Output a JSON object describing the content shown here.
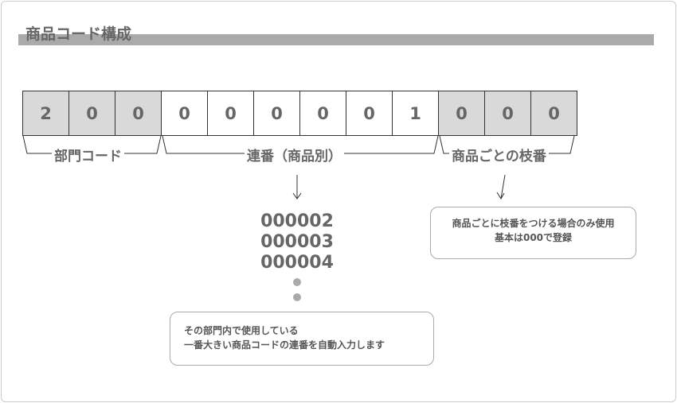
{
  "title": "商品コード構成",
  "digits": [
    "2",
    "0",
    "0",
    "0",
    "0",
    "0",
    "0",
    "0",
    "1",
    "0",
    "0",
    "0"
  ],
  "labels": {
    "dept": "部門コード",
    "serial": "連番（商品別）",
    "branch": "商品ごとの枝番"
  },
  "serial_examples": [
    "000002",
    "000003",
    "000004"
  ],
  "notes": {
    "serial": [
      "その部門内で使用している",
      "一番大きい商品コードの連番を自動入力します"
    ],
    "branch": [
      "商品ごとに枝番をつける場合のみ使用",
      "基本は000で登録"
    ]
  },
  "colors": {
    "shaded": "#d9d9d9",
    "title_bar": "#aaaaaa",
    "text": "#666666"
  }
}
